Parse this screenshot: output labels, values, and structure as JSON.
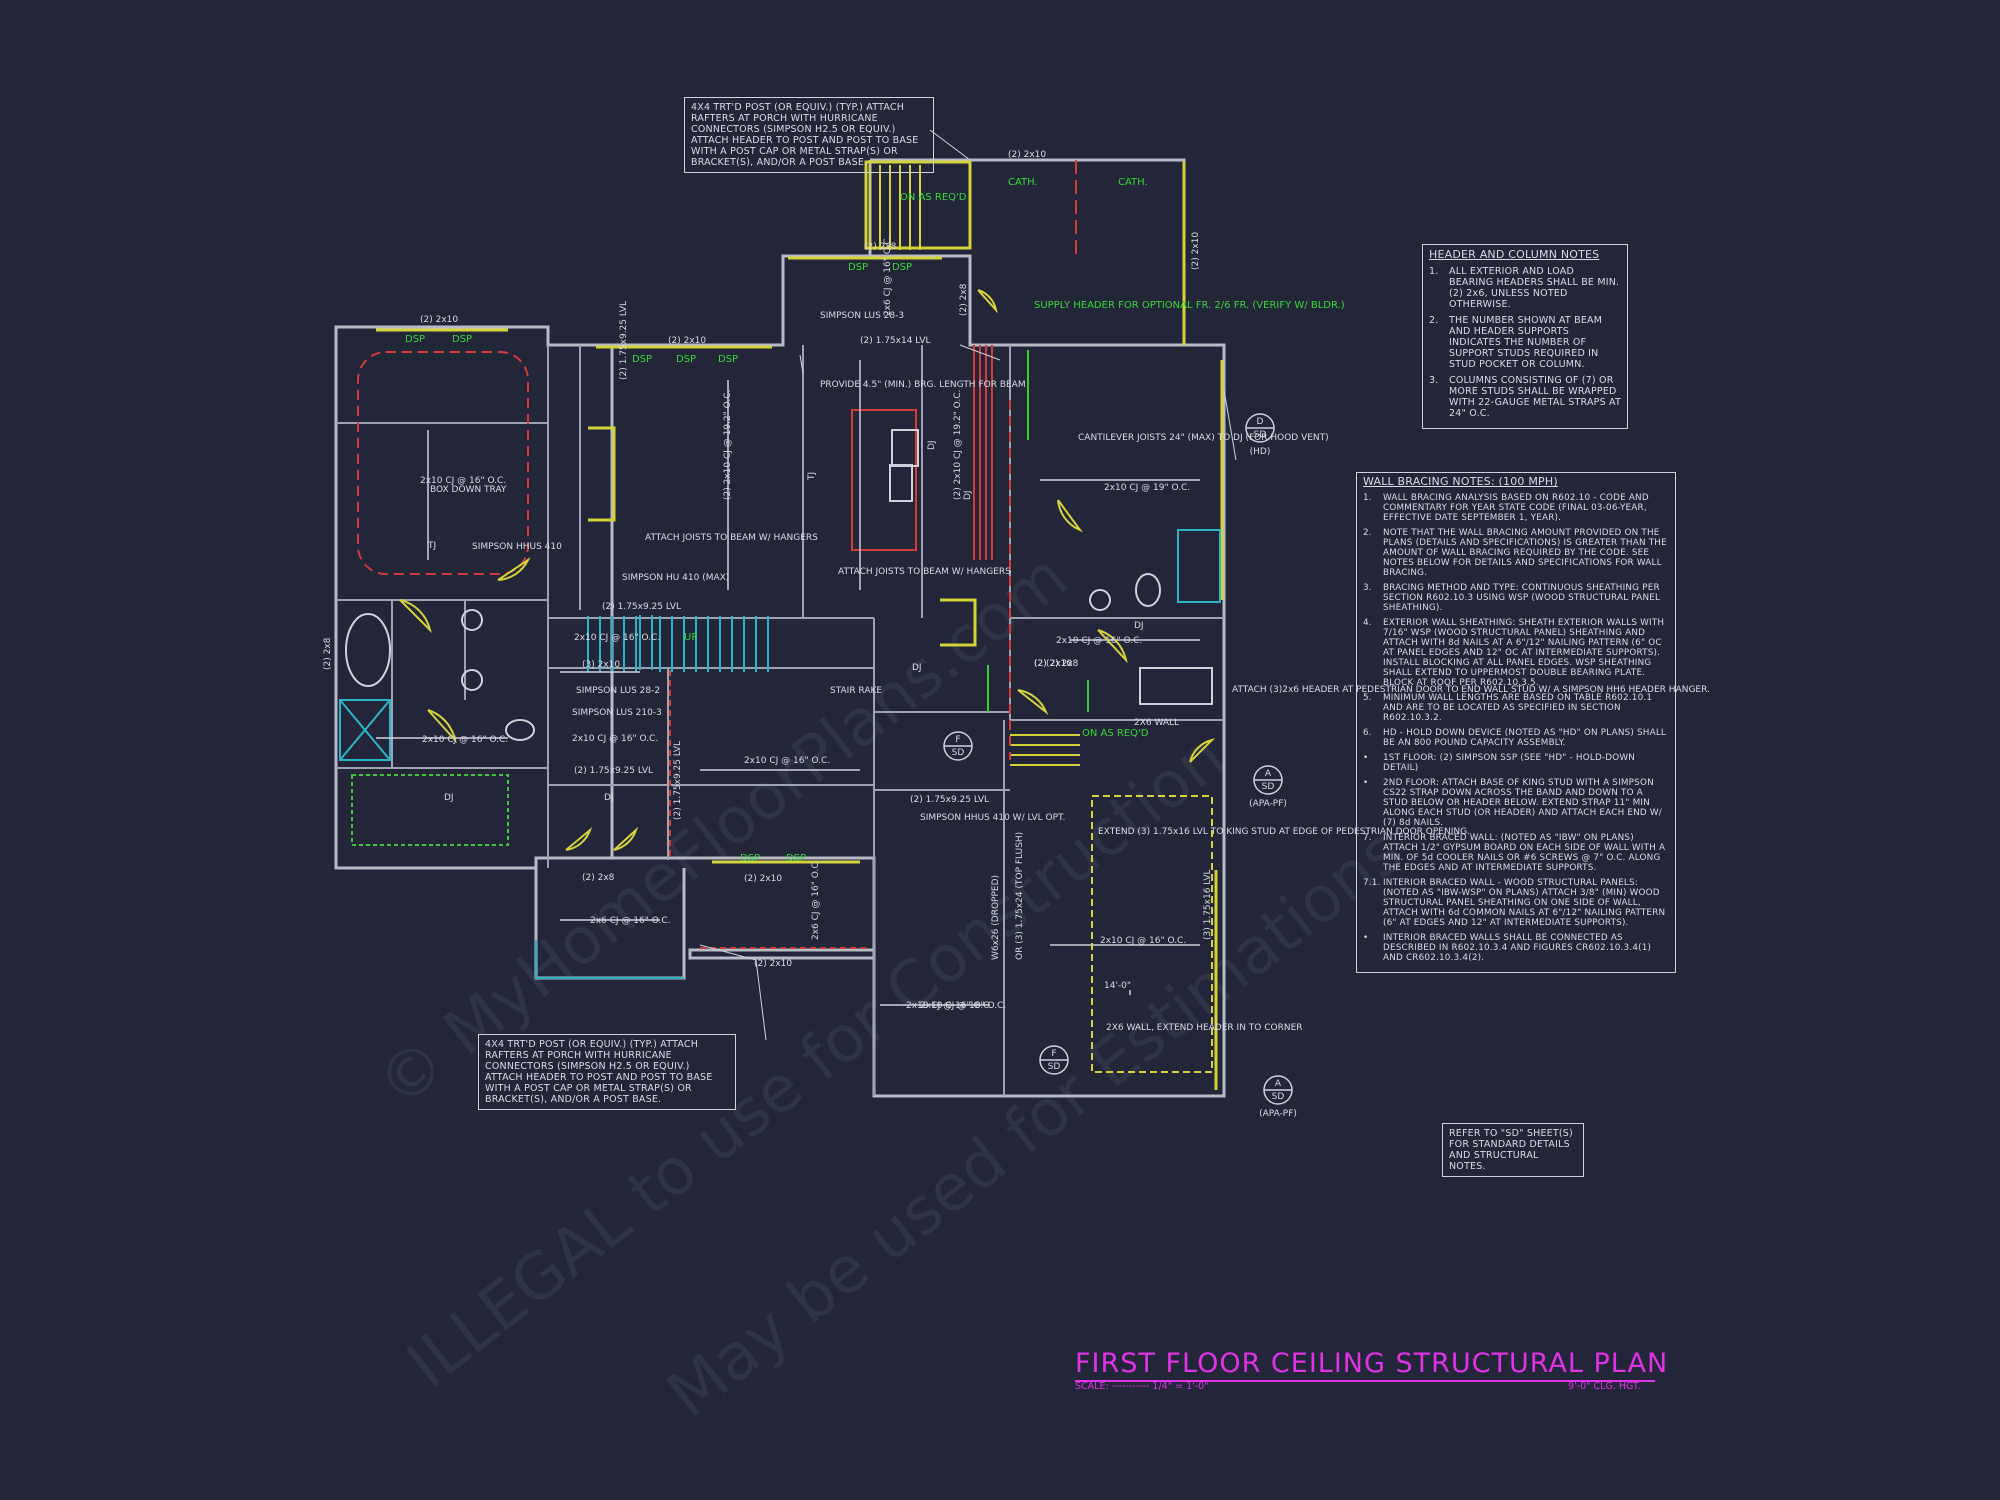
{
  "sheet": {
    "title": "FIRST FLOOR CEILING STRUCTURAL PLAN",
    "scale_label": "SCALE: ----------- 1/4\" = 1'-0\"",
    "ceiling_height": "9'-0\" CLG. HGT.",
    "watermark_lines": [
      "© MyHomeFloorPlans.com",
      "ILLEGAL to use for Construction",
      "May be used for Estimations"
    ]
  },
  "callouts": {
    "post_note_top": "4X4 TRT'D POST (OR EQUIV.) (TYP.) ATTACH RAFTERS AT PORCH WITH HURRICANE CONNECTORS (SIMPSON H2.5 OR EQUIV.) ATTACH HEADER TO POST AND POST TO BASE WITH A POST CAP OR METAL STRAP(S) OR BRACKET(S), AND/OR A POST BASE.",
    "post_note_bottom": "4X4 TRT'D POST (OR EQUIV.) (TYP.) ATTACH RAFTERS AT PORCH WITH HURRICANE CONNECTORS (SIMPSON H2.5 OR EQUIV.) ATTACH HEADER TO POST AND POST TO BASE WITH A POST CAP OR METAL STRAP(S) OR BRACKET(S), AND/OR A POST BASE.",
    "refer_note": "REFER TO \"SD\" SHEET(S) FOR STANDARD DETAILS AND STRUCTURAL NOTES."
  },
  "header_notes": {
    "title": "HEADER AND COLUMN NOTES",
    "items": [
      {
        "num": "1.",
        "text": "ALL EXTERIOR AND LOAD BEARING HEADERS SHALL BE MIN. (2) 2x6, UNLESS NOTED OTHERWISE."
      },
      {
        "num": "2.",
        "text": "THE NUMBER SHOWN AT BEAM AND HEADER SUPPORTS INDICATES THE NUMBER OF SUPPORT STUDS REQUIRED IN STUD POCKET OR COLUMN."
      },
      {
        "num": "3.",
        "text": "COLUMNS CONSISTING OF (7) OR MORE STUDS SHALL BE WRAPPED WITH 22-GAUGE METAL STRAPS AT 24\" O.C."
      }
    ]
  },
  "bracing_notes": {
    "title": "WALL BRACING NOTES: (100 MPH)",
    "items": [
      {
        "num": "1.",
        "text": "WALL BRACING ANALYSIS BASED ON R602.10 - CODE AND COMMENTARY FOR YEAR STATE CODE (FINAL 03-06-YEAR, EFFECTIVE DATE SEPTEMBER 1, YEAR)."
      },
      {
        "num": "2.",
        "text": "NOTE THAT THE WALL BRACING AMOUNT PROVIDED ON THE PLANS (DETAILS AND SPECIFICATIONS) IS GREATER THAN THE AMOUNT OF WALL BRACING REQUIRED BY THE CODE. SEE NOTES BELOW FOR DETAILS AND SPECIFICATIONS FOR WALL BRACING."
      },
      {
        "num": "3.",
        "text": "BRACING METHOD AND TYPE: CONTINUOUS SHEATHING PER SECTION R602.10.3 USING WSP (WOOD STRUCTURAL PANEL SHEATHING)."
      },
      {
        "num": "4.",
        "text": "EXTERIOR WALL SHEATHING: SHEATH EXTERIOR WALLS WITH 7/16\" WSP (WOOD STRUCTURAL PANEL) SHEATHING AND ATTACH WITH 8d NAILS AT A 6\"/12\" NAILING PATTERN (6\" OC AT PANEL EDGES AND 12\" OC AT INTERMEDIATE SUPPORTS). INSTALL BLOCKING AT ALL PANEL EDGES. WSP SHEATHING SHALL EXTEND TO UPPERMOST DOUBLE BEARING PLATE. BLOCK AT ROOF PER R602.10.3.5."
      },
      {
        "num": "5.",
        "text": "MINIMUM WALL LENGTHS ARE BASED ON TABLE R602.10.1 AND ARE TO BE LOCATED AS SPECIFIED IN SECTION R602.10.3.2."
      },
      {
        "num": "6.",
        "text": "HD - HOLD DOWN DEVICE (NOTED AS \"HD\" ON PLANS) SHALL BE AN 800 POUND CAPACITY ASSEMBLY."
      },
      {
        "num": "•",
        "text": "1ST FLOOR: (2) SIMPSON SSP (SEE \"HD\" - HOLD-DOWN DETAIL)"
      },
      {
        "num": "•",
        "text": "2ND FLOOR: ATTACH BASE OF KING STUD WITH A SIMPSON CS22 STRAP DOWN ACROSS THE BAND AND DOWN TO A STUD BELOW OR HEADER BELOW. EXTEND STRAP 11\" MIN ALONG EACH STUD (OR HEADER) AND ATTACH EACH END W/ (7) 8d NAILS."
      },
      {
        "num": "7.",
        "text": "INTERIOR BRACED WALL: (NOTED AS \"IBW\" ON PLANS) ATTACH 1/2\" GYPSUM BOARD ON EACH SIDE OF WALL WITH A MIN. OF 5d COOLER NAILS OR #6 SCREWS @ 7\" O.C. ALONG THE EDGES AND AT INTERMEDIATE SUPPORTS."
      },
      {
        "num": "7.1.",
        "text": "INTERIOR BRACED WALL - WOOD STRUCTURAL PANELS: (NOTED AS \"IBW-WSP\" ON PLANS) ATTACH 3/8\" (MIN) WOOD STRUCTURAL PANEL SHEATHING ON ONE SIDE OF WALL, ATTACH WITH 6d COMMON NAILS AT 6\"/12\" NAILING PATTERN (6\" AT EDGES AND 12\" AT INTERMEDIATE SUPPORTS)."
      },
      {
        "num": "•",
        "text": "INTERIOR BRACED WALLS SHALL BE CONNECTED AS DESCRIBED IN R602.10.3.4 AND FIGURES CR602.10.3.4(1) AND CR602.10.3.4(2)."
      }
    ]
  },
  "plan_labels": {
    "header_2x10_top": "(2) 2x10",
    "header_2x8": "(2) 2x8",
    "header_2x10_mid": "(2) 2x10",
    "header_2x10_left": "(2) 2x10",
    "dsp": "DSP",
    "cath": "CATH.",
    "on_as_reqd": "ON AS REQ'D",
    "supply_header": "SUPPLY HEADER FOR OPTIONAL FR. 2/6 FR. (VERIFY W/ BLDR.)",
    "tj": "TJ",
    "cj_box_down": "2x10 CJ @ 16\" O.C.",
    "box_down_tray": "BOX DOWN TRAY",
    "simpson_hhus": "SIMPSON HHUS 410",
    "simpson_lus_283": "SIMPSON LUS 28-3",
    "lvl_175x14": "(2) 1.75x14 LVL",
    "provide_bearing": "PROVIDE 4.5\" (MIN.) BRG. LENGTH FOR BEAM",
    "lvl_vertical": "(2) 1.75x9.25 LVL",
    "cj_2x10_192": "(2) 2x10 CJ @ 19.2\" O.C.",
    "cj_2x6_16": "2x6 CJ @ 16\" O.C.",
    "attach_joists_1": "ATTACH JOISTS TO BEAM W/ HANGERS",
    "attach_joists_2": "ATTACH JOISTS TO BEAM W/ HANGERS",
    "simpson_hu410": "SIMPSON HU 410 (MAX)",
    "lvl_horiz_mid": "(2) 1.75x9.25 LVL",
    "cantilever": "CANTILEVER JOISTS 24\" (MAX) TO DJ (FOR HOOD VENT)",
    "cj_2x10_19": "2x10 CJ @ 19\" O.C.",
    "dj": "DJ",
    "hd": "(HD)",
    "cj_2x10_16": "2x10 CJ @ 16\" O.C.",
    "stair_rake": "STAIR RAKE",
    "up": "UP",
    "simpson_lus_282": "SIMPSON LUS 28-2",
    "simpson_lus_2103": "SIMPSON LUS 210-3",
    "header_3_2x10": "(3) 2x10",
    "lvl_mid_low": "(2) 1.75x9.25 LVL",
    "lvl_right_low": "(2) 1.75x9.25 LVL",
    "simpson_hhus_lvl": "SIMPSON HHUS 410 W/ LVL OPT.",
    "attach_header_pedestrian": "ATTACH (3)2x6 HEADER AT PEDESTRIAN DOOR TO END WALL STUD W/ A SIMPSON HH6 HEADER HANGER.",
    "extend_lvl": "EXTEND (3) 1.75x16 LVL TO KING STUD AT EDGE OF PEDESTRIAN DOOR OPENING.",
    "wall_2x6": "2X6 WALL",
    "wall_2x6_extend": "2X6 WALL, EXTEND HEADER IN TO CORNER",
    "dim_14": "14'-0\"",
    "lvl_dropped": "W6x26 (DROPPED)",
    "lvl_flush": "OR (3) 1.75x24 (TOP FLUSH)",
    "lvl_3_175x16": "(3) 1.75x16 LVL",
    "apa_pf": "(APA-PF)",
    "detail_d": "D",
    "detail_f": "F",
    "detail_a": "A",
    "detail_sd": "SD"
  }
}
